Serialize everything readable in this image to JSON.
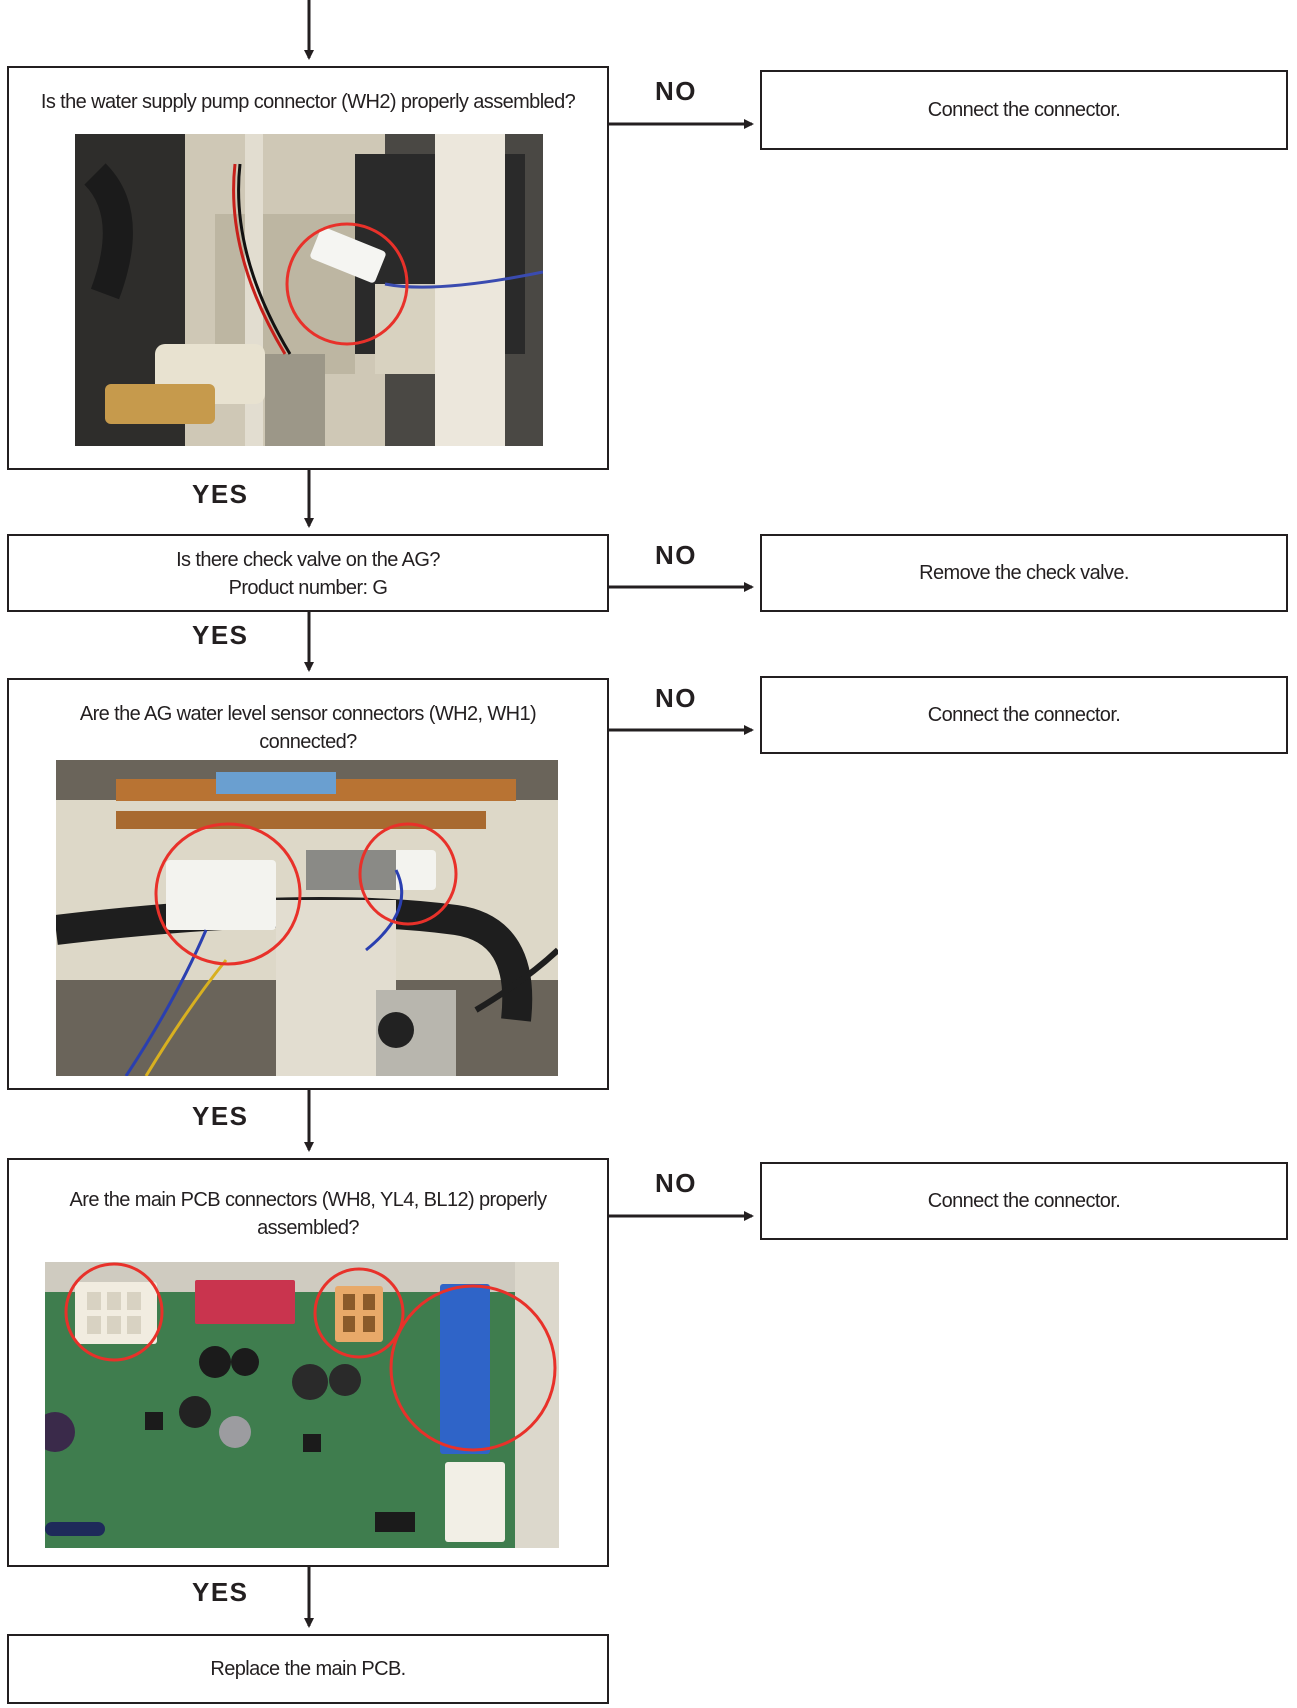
{
  "steps": [
    {
      "question": "Is the water supply pump connector (WH2) properly assembled?",
      "no_action": "Connect the connector.",
      "photo": "water-supply-pump-connector-photo"
    },
    {
      "question_line1": "Is there check valve on the AG?",
      "question_line2": "Product number: G",
      "no_action": "Remove the check valve."
    },
    {
      "question_line1": "Are the AG water level sensor connectors (WH2, WH1)",
      "question_line2": "connected?",
      "no_action": "Connect the connector.",
      "photo": "ag-water-level-sensor-connectors-photo"
    },
    {
      "question_line1": "Are the main PCB connectors (WH8, YL4, BL12) properly",
      "question_line2": "assembled?",
      "no_action": "Connect the connector.",
      "photo": "main-pcb-connectors-photo"
    }
  ],
  "final_action": "Replace the main PCB.",
  "labels": {
    "yes": "YES",
    "no": "NO"
  },
  "colors": {
    "line": "#231f20",
    "highlight_circle": "#e8312a"
  }
}
